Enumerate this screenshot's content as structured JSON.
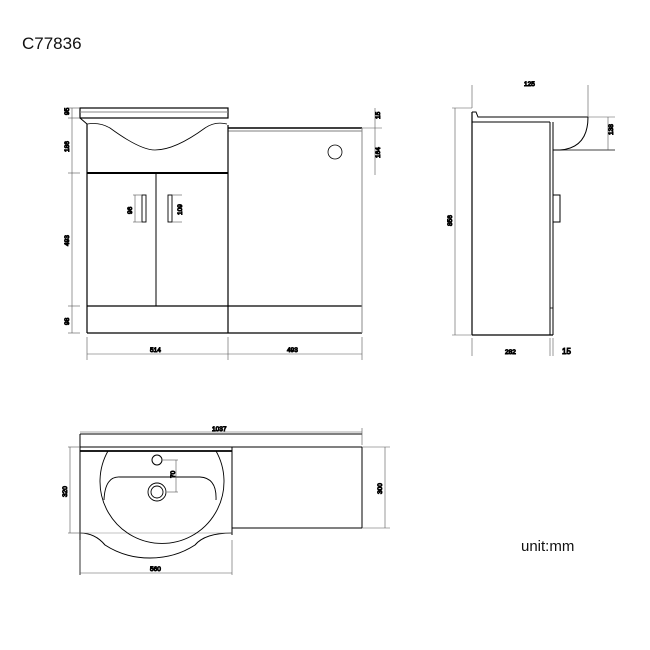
{
  "drawing": {
    "model_code": "C77836",
    "unit_label": "unit:mm"
  },
  "front_view": {
    "dimensions": {
      "basin_top_height": "95",
      "basin_body_height": "186",
      "door_height": "493",
      "plinth_height": "98",
      "handle_left_height": "96",
      "handle_right_height": "109",
      "wc_top_thickness": "15",
      "wc_cutout_height": "164",
      "basin_unit_width": "514",
      "wc_unit_width": "493"
    }
  },
  "side_view": {
    "dimensions": {
      "overall_depth": "125",
      "basin_overhang_height": "138",
      "overall_height": "856",
      "cabinet_depth": "282",
      "door_thickness": "15"
    }
  },
  "top_view": {
    "dimensions": {
      "overall_width": "1037",
      "basin_depth": "320",
      "tap_to_waste": "70",
      "basin_width": "560",
      "wc_unit_depth": "300"
    }
  }
}
